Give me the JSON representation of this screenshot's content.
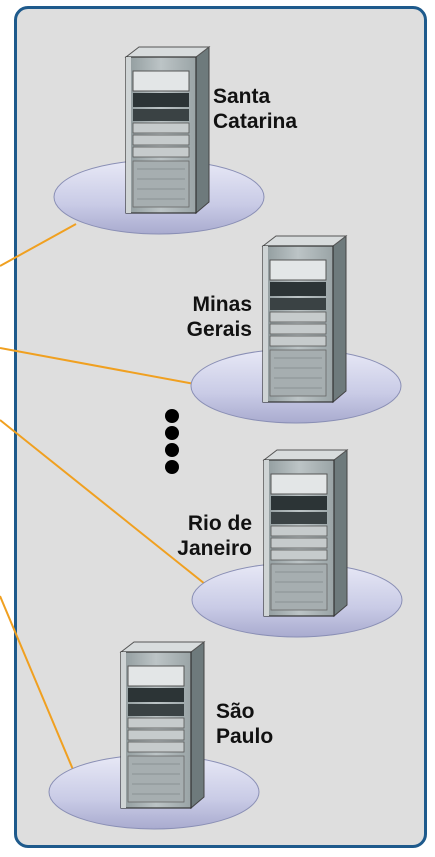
{
  "nodes": [
    {
      "id": "santa-catarina",
      "label": "Santa\nCatarina"
    },
    {
      "id": "minas-gerais",
      "label": "Minas\nGerais"
    },
    {
      "id": "rio-de-janeiro",
      "label": "Rio de\nJaneiro"
    },
    {
      "id": "sao-paulo",
      "label": "São\nPaulo"
    }
  ],
  "colors": {
    "border": "#1e5a8c",
    "background": "#dedede",
    "link": "#f0a020",
    "platform": "#c9cbe6",
    "server": "#a9b2b4",
    "dots": "#000000"
  }
}
